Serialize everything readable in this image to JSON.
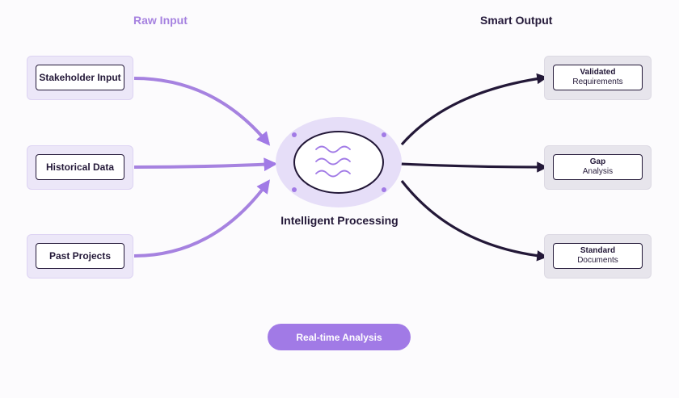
{
  "columns": {
    "input_title": "Raw Input",
    "output_title": "Smart Output"
  },
  "inputs": [
    {
      "label": "Stakeholder Input"
    },
    {
      "label": "Historical Data"
    },
    {
      "label": "Past Projects"
    }
  ],
  "outputs": [
    {
      "line1": "Validated",
      "line2": "Requirements"
    },
    {
      "line1": "Gap",
      "line2": "Analysis"
    },
    {
      "line1": "Standard",
      "line2": "Documents"
    }
  ],
  "center": {
    "label": "Intelligent Processing",
    "icon": "waves-icon"
  },
  "footer": {
    "button_label": "Real-time Analysis"
  },
  "colors": {
    "input_accent": "#a682e0",
    "output_accent": "#231838",
    "button": "#a17ae6"
  }
}
